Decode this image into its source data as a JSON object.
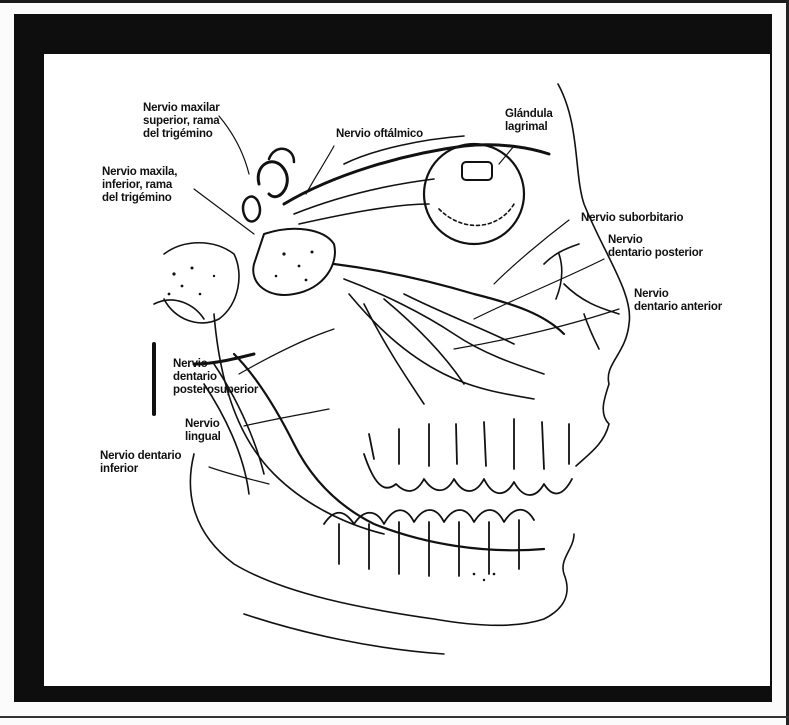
{
  "labels": {
    "maxilar_superior": [
      "Nervio maxilar",
      "superior, rama",
      "del trigémino"
    ],
    "oftalmico": [
      "Nervio oftálmico"
    ],
    "glandula": [
      "Glándula",
      "lagrimal"
    ],
    "maxila_inferior": [
      "Nervio maxila,",
      "inferior, rama",
      "del trigémino"
    ],
    "suborbitario": [
      "Nervio suborbitario"
    ],
    "dentario_posterior": [
      "Nervio",
      "dentario posterior"
    ],
    "dentario_anterior": [
      "Nervio",
      "dentario anterior"
    ],
    "dentario_posterosuperior": [
      "Nervio",
      "dentario",
      "posterosuperior"
    ],
    "lingual": [
      "Nervio",
      "lingual"
    ],
    "dentario_inferior": [
      "Nervio dentario",
      "inferior"
    ]
  }
}
